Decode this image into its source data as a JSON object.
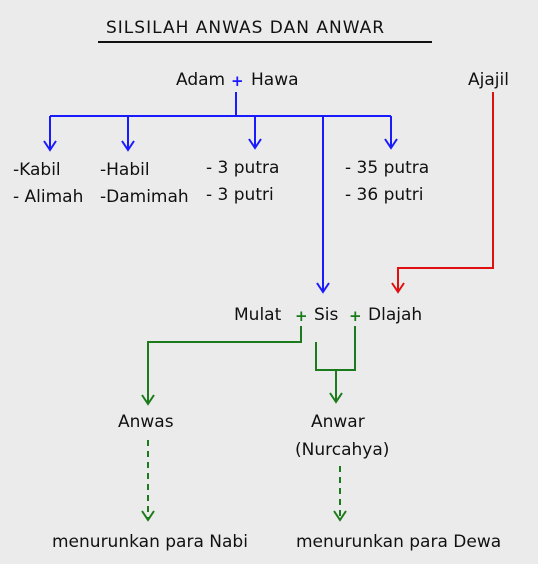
{
  "title": "SILSILAH ANWAS DAN ANWAR",
  "people": {
    "adam": "Adam",
    "hawa": "Hawa",
    "ajajil": "Ajajil",
    "kabil": "-Kabil",
    "alimah": "- Alimah",
    "habil": "-Habil",
    "damimah": "-Damimah",
    "putra3": "- 3 putra",
    "putri3": "- 3 putri",
    "putra35": "- 35 putra",
    "putri36": "- 36 putri",
    "mulat": "Mulat",
    "sis": "Sis",
    "dlajah": "Dlajah",
    "anwas": "Anwas",
    "anwar": "Anwar",
    "anwar_alias": "(Nurcahya)",
    "nabi": "menurunkan para Nabi",
    "dewa": "menurunkan para Dewa"
  },
  "connectors": {
    "plus": "+"
  },
  "colors": {
    "blue": "#1a1aff",
    "red": "#e01010",
    "green": "#1b7a1b",
    "text": "#111111",
    "background": "#ebebeb"
  }
}
